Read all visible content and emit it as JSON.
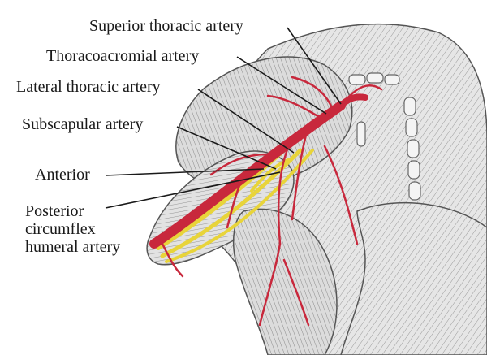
{
  "labels": {
    "superior_thoracic": "Superior thoracic artery",
    "thoracoacromial": "Thoracoacromial artery",
    "lateral_thoracic": "Lateral thoracic artery",
    "subscapular": "Subscapular artery",
    "anterior": "Anterior",
    "posterior_line1": "Posterior",
    "posterior_line2": "circumflex",
    "posterior_line3": "humeral artery"
  },
  "colors": {
    "artery": "#c8283c",
    "nerve": "#e8d43a",
    "muscle": "#bdbdbd",
    "outline": "#555555",
    "label_text": "#1a1a1a"
  }
}
